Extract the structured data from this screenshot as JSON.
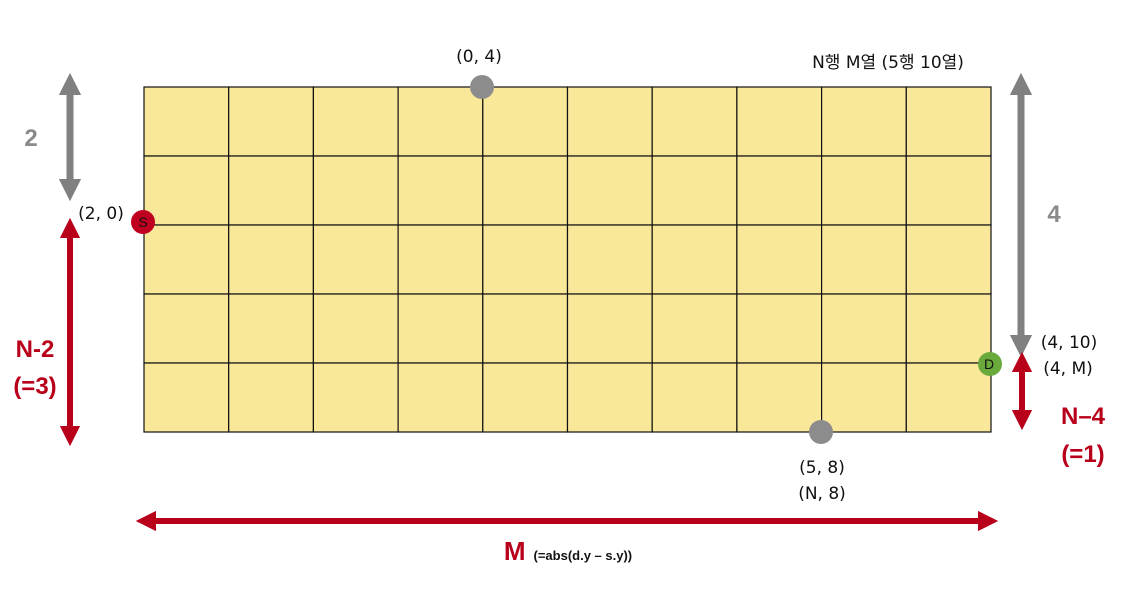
{
  "grid": {
    "rows": 5,
    "cols": 10,
    "fill_color": "#f9e79a",
    "line_color": "#111111",
    "caption": "N행 M열 (5행 10열)"
  },
  "points": {
    "top_gray": {
      "label": "(0, 4)",
      "color": "#8c8c8c"
    },
    "start": {
      "letter": "S",
      "label": "(2, 0)",
      "color": "#c00020"
    },
    "dest": {
      "letter": "D",
      "label_line1": "(4, 10)",
      "label_line2": "(4, M)",
      "color": "#6aaa3c"
    },
    "bottom_gray": {
      "label_line1": "(5, 8)",
      "label_line2": "(N, 8)",
      "color": "#8c8c8c"
    }
  },
  "arrows": {
    "gray_color": "#808080",
    "red_color": "#b8001b",
    "left_gray_label": "2",
    "right_gray_label": "4",
    "left_red_line1": "N-2",
    "left_red_line2": "(=3)",
    "right_red_line1": "N–4",
    "right_red_line2": "(=1)",
    "bottom_main": "M",
    "bottom_sub": "(=abs(d.y – s.y))"
  }
}
